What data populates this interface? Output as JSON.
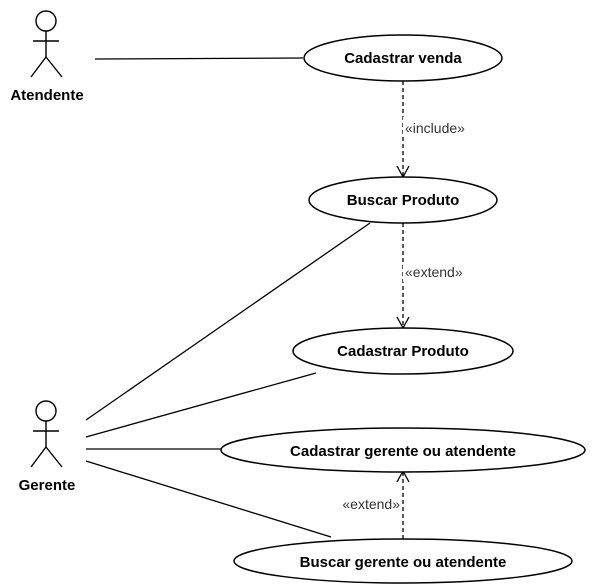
{
  "actors": {
    "atendente": {
      "label": "Atendente"
    },
    "gerente": {
      "label": "Gerente"
    }
  },
  "use_cases": {
    "cadastrar_venda": {
      "label": "Cadastrar venda"
    },
    "buscar_produto": {
      "label": "Buscar Produto"
    },
    "cadastrar_produto": {
      "label": "Cadastrar Produto"
    },
    "cadastrar_gerente_atendente": {
      "label": "Cadastrar gerente ou atendente"
    },
    "buscar_gerente_atendente": {
      "label": "Buscar gerente ou atendente"
    }
  },
  "relationships": {
    "include_1": {
      "label": "«include»"
    },
    "extend_1": {
      "label": "«extend»"
    },
    "extend_2": {
      "label": "«extend»"
    }
  }
}
